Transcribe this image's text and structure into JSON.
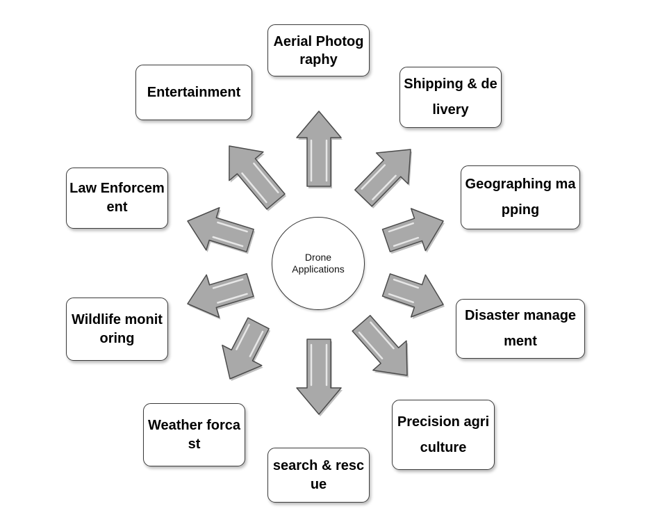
{
  "center": {
    "label": "Drone Applications"
  },
  "applications": [
    {
      "label": "Aerial Photography"
    },
    {
      "label": "Shipping & delivery"
    },
    {
      "label": "Geographing mapping"
    },
    {
      "label": "Disaster management"
    },
    {
      "label": "Precision agriculture"
    },
    {
      "label": "search & rescue"
    },
    {
      "label": "Weather forcast"
    },
    {
      "label": "Wildlife monitoring"
    },
    {
      "label": "Law Enforcement"
    },
    {
      "label": "Entertainment"
    }
  ],
  "colors": {
    "arrow_fill": "#a9a9a9",
    "arrow_highlight": "#f2f2f2",
    "border": "#3a3a3a"
  }
}
